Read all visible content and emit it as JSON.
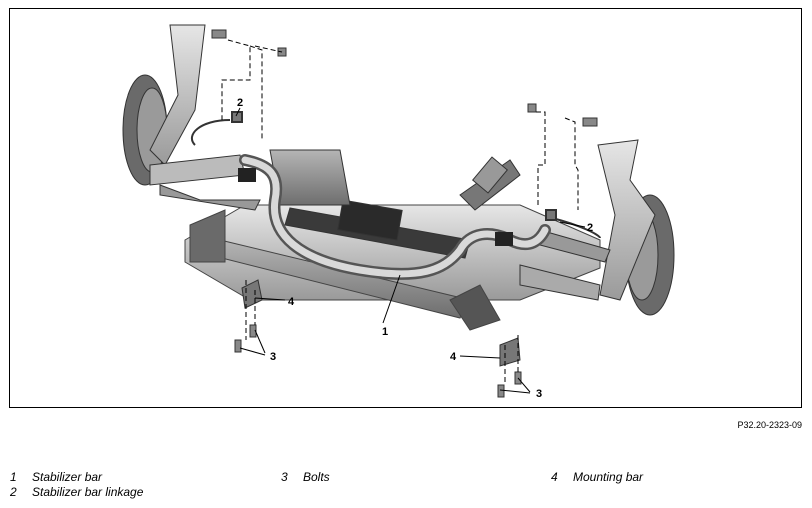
{
  "figure": {
    "code": "P32.20-2323-09",
    "callouts": {
      "c1": "1",
      "c2_left": "2",
      "c2_right": "2",
      "c3_left": "3",
      "c3_right": "3",
      "c4_left": "4",
      "c4_right": "4"
    }
  },
  "legend": [
    {
      "num": "1",
      "label": "Stabilizer bar"
    },
    {
      "num": "2",
      "label": "Stabilizer bar linkage"
    },
    {
      "num": "3",
      "label": "Bolts"
    },
    {
      "num": "4",
      "label": "Mounting bar"
    }
  ]
}
